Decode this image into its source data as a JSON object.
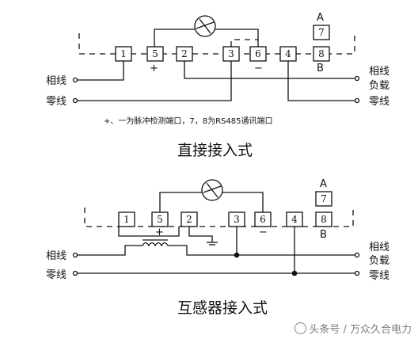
{
  "diagram1": {
    "terminals": [
      "1",
      "5",
      "2",
      "3",
      "6",
      "4",
      "8"
    ],
    "top_terminal": "7",
    "label_A": "A",
    "label_B": "B",
    "plus": "+",
    "minus": "−",
    "phase_in": "相线",
    "neutral_in": "零线",
    "phase_out": "相线",
    "load": "负载",
    "neutral_out": "零线",
    "note": "+、一为脉冲检测端口，7，8为RS485通讯端口",
    "title": "直接接入式"
  },
  "diagram2": {
    "terminals": [
      "1",
      "5",
      "2",
      "3",
      "6",
      "4",
      "8"
    ],
    "top_terminal": "7",
    "label_A": "A",
    "label_B": "B",
    "plus": "+",
    "minus": "−",
    "phase_in": "相线",
    "neutral_in": "零线",
    "phase_out": "相线",
    "load": "负载",
    "neutral_out": "零线",
    "title": "互感器接入式"
  },
  "watermark": "头条号 / 万众久合电力"
}
